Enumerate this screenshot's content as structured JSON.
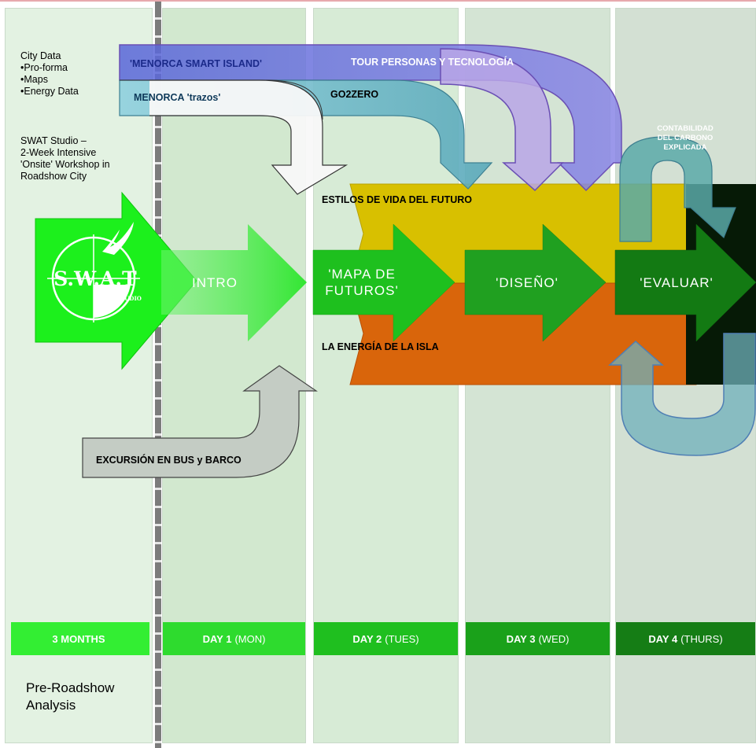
{
  "sidebar": {
    "city_data": [
      "City Data",
      "•Pro-forma",
      "•Maps",
      "•Energy Data"
    ],
    "swat_studio": [
      "SWAT Studio –",
      "2-Week Intensive",
      "'Onsite' Workshop in",
      "Roadshow City"
    ]
  },
  "logo": {
    "text": "S.W.A.T",
    "subtext": "STUDIO"
  },
  "bands": {
    "menorca_smart_island": "'MENORCA SMART ISLAND'",
    "tour": "TOUR PERSONAS Y TECNOLOGÍA",
    "menorca_trazos": "MENORCA 'trazos'",
    "go2zero": "GO2ZERO",
    "contabilidad": [
      "CONTABILIDAD",
      "DEL CARBONO",
      "EXPLICADA"
    ],
    "estilos": "ESTILOS DE VIDA DEL FUTURO",
    "energia": "LA ENERGÍA DE LA ISLA",
    "excursion": "EXCURSIÓN EN BUS y BARCO"
  },
  "steps": {
    "intro": "INTRO",
    "mapa": [
      "'MAPA DE",
      "FUTUROS'"
    ],
    "diseno": "'DISEÑO'",
    "evaluar": "'EVALUAR'"
  },
  "days": [
    {
      "bold": "3 MONTHS",
      "rest": ""
    },
    {
      "bold": "DAY 1",
      "rest": "(MON)"
    },
    {
      "bold": "DAY 2",
      "rest": "(TUES)"
    },
    {
      "bold": "DAY 3",
      "rest": "(WED)"
    },
    {
      "bold": "DAY 4",
      "rest": "(THURS)"
    }
  ],
  "pre_roadshow": [
    "Pre-Roadshow",
    "Analysis"
  ],
  "colors": {
    "bright_green": "#22ee22",
    "day_bars": [
      "#33ee33",
      "#2edb2e",
      "#1fbf1f",
      "#1aa11a",
      "#157d15"
    ],
    "yellow_band": "#d6bf00",
    "orange_band": "#d9620a",
    "blue_band": "#6e7fe0",
    "teal_band": "#7fc3d3"
  }
}
